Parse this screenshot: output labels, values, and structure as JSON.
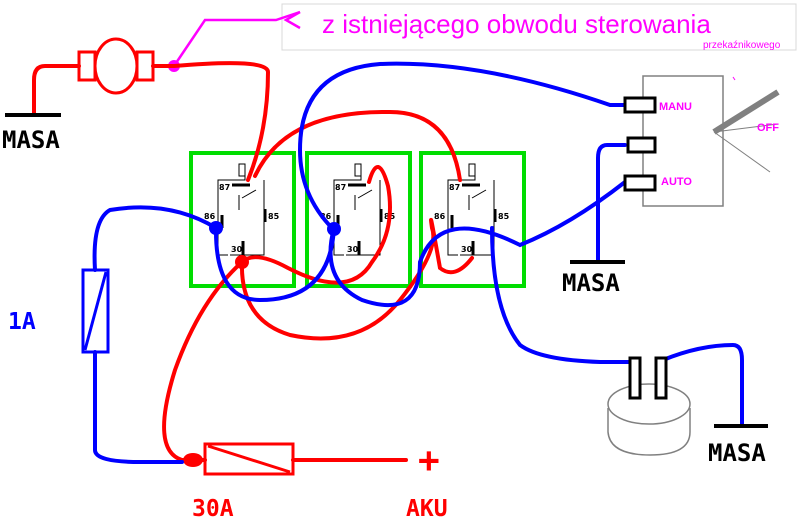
{
  "header": {
    "text": "z istniejącego obwodu sterowania",
    "subtext": "przekaźnikowego"
  },
  "labels": {
    "masa_top_left": "MASA",
    "masa_switch": "MASA",
    "masa_motor": "MASA",
    "fuse_small": "1A",
    "fuse_big": "30A",
    "battery": "AKU",
    "battery_plus": "+"
  },
  "switch": {
    "manu": "MANU",
    "auto": "AUTO",
    "off": "OFF"
  },
  "relays": [
    {
      "pin87": "87",
      "pin86": "86",
      "pin85": "85",
      "pin30": "30"
    },
    {
      "pin87": "87",
      "pin86": "86",
      "pin85": "85",
      "pin30": "30"
    },
    {
      "pin87": "87",
      "pin86": "86",
      "pin85": "85",
      "pin30": "30"
    }
  ],
  "colors": {
    "red_wire": "#ff0000",
    "blue_wire": "#0000ff",
    "magenta": "#ff00ff",
    "relay_border": "#00dd00",
    "switch_body": "#808080"
  }
}
